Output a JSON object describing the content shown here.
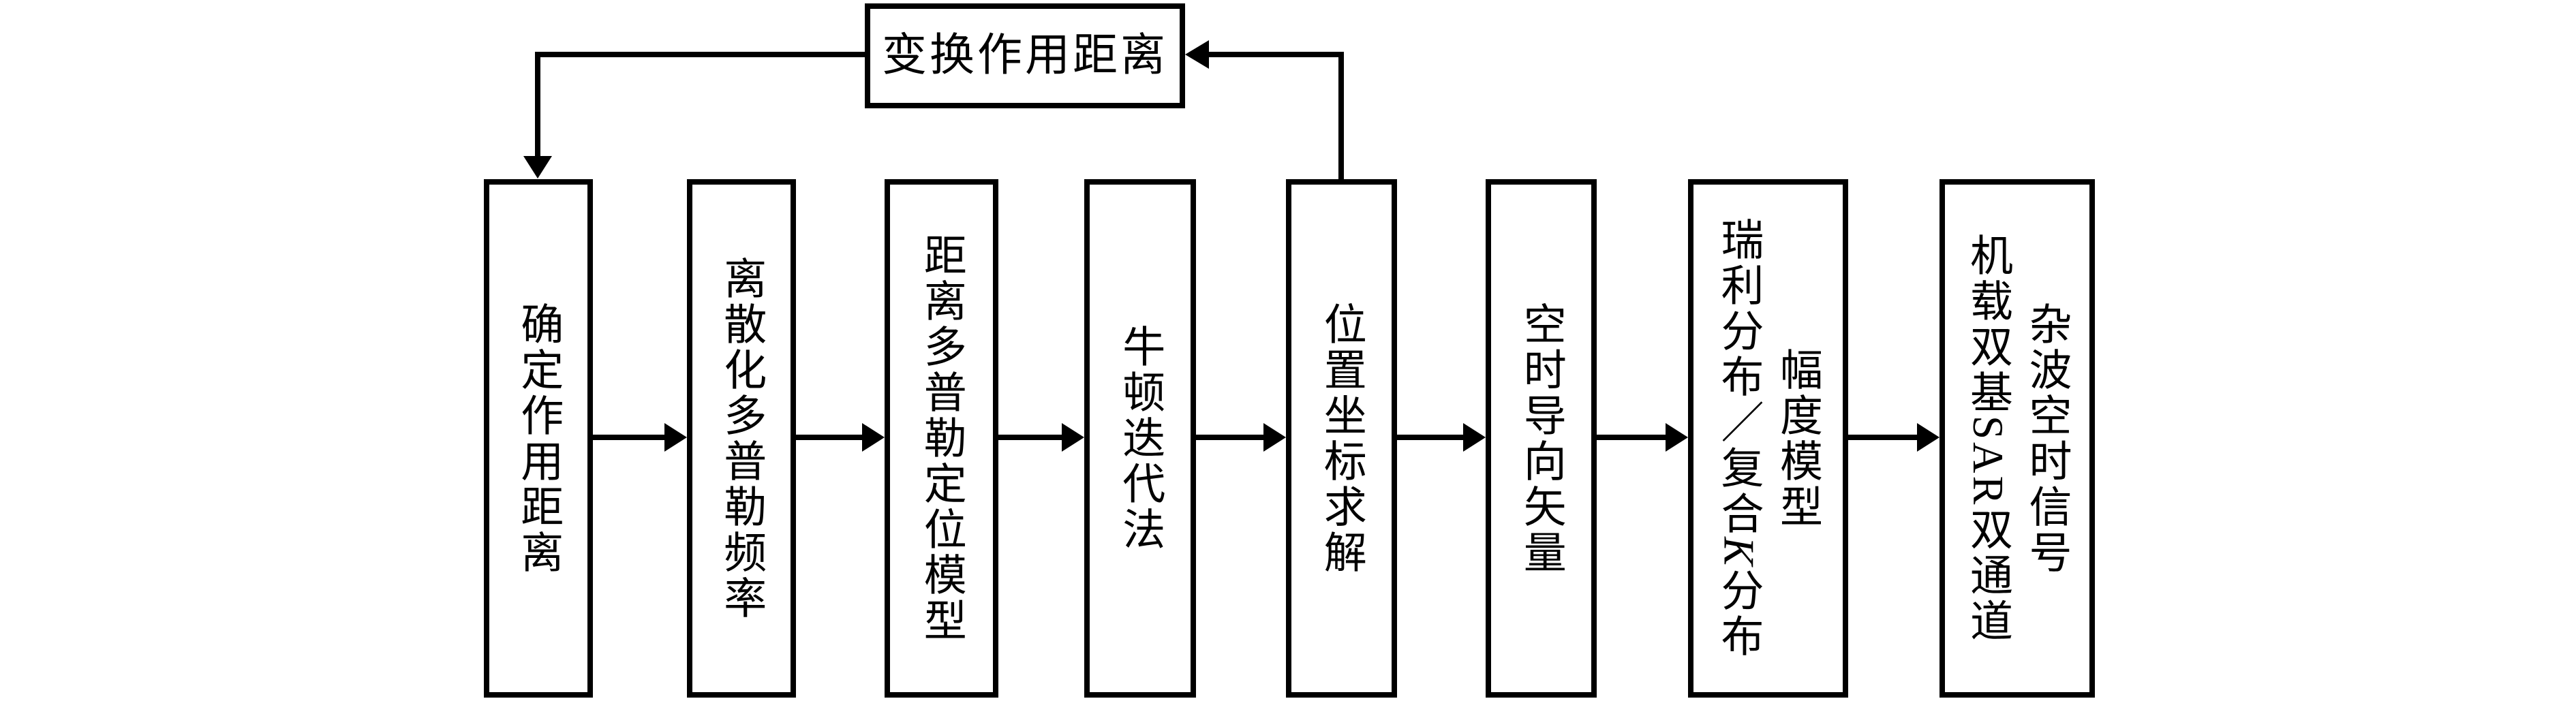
{
  "figure": {
    "background_color": "#ffffff",
    "stroke_color": "#000000",
    "feedback_box": {
      "label": "变换作用距离"
    },
    "flow_boxes": [
      {
        "id": "determine-operating-range",
        "text": "确定作用距离"
      },
      {
        "id": "discretized-doppler-frequency",
        "text": "离散化多普勒频率"
      },
      {
        "id": "range-doppler-location-model",
        "text": "距离多普勒定位模型"
      },
      {
        "id": "newton-iteration-method",
        "text": "牛顿迭代法"
      },
      {
        "id": "position-coordinate-solving",
        "text": "位置坐标求解"
      },
      {
        "id": "space-time-steering-vector",
        "text": "空时导向矢量"
      },
      {
        "id": "amplitude-model",
        "column_right": "幅度模型",
        "column_left": {
          "before_k": "瑞利分布／复合",
          "k_symbol": "K",
          "after_k": "分布"
        }
      },
      {
        "id": "bistatic-sar-clutter-signal",
        "column_right": "杂波空时信号",
        "column_left": "机载双基SAR双通道"
      }
    ],
    "connections": [
      {
        "from": "确定作用距离",
        "to": "离散化多普勒频率"
      },
      {
        "from": "离散化多普勒频率",
        "to": "距离多普勒定位模型"
      },
      {
        "from": "距离多普勒定位模型",
        "to": "牛顿迭代法"
      },
      {
        "from": "牛顿迭代法",
        "to": "位置坐标求解"
      },
      {
        "from": "位置坐标求解",
        "to": "空时导向矢量"
      },
      {
        "from": "空时导向矢量",
        "to": "幅度模型 瑞利分布／复合K分布"
      },
      {
        "from": "幅度模型 瑞利分布／复合K分布",
        "to": "机载双基SAR双通道 杂波空时信号"
      },
      {
        "from": "位置坐标求解",
        "to": "变换作用距离"
      },
      {
        "from": "变换作用距离",
        "to": "确定作用距离"
      }
    ]
  }
}
